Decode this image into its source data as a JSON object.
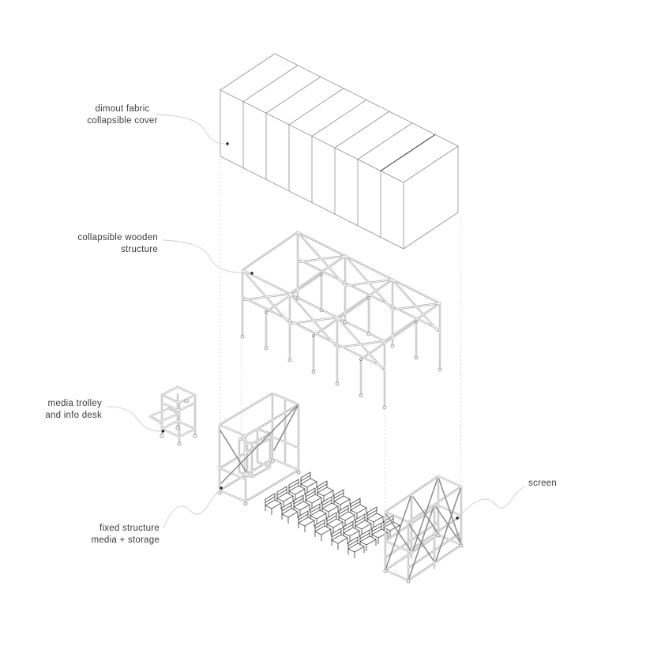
{
  "figure": {
    "type": "exploded axonometric diagram",
    "subject": "collapsible pop-up cinema pavilion components"
  },
  "labels": {
    "cover": {
      "line1": "dimout fabric",
      "line2": "collapsible cover"
    },
    "wooden": {
      "line1": "collapsible wooden",
      "line2": "structure"
    },
    "trolley": {
      "line1": "media trolley",
      "line2": "and info desk"
    },
    "fixed": {
      "line1": "fixed structure",
      "line2": "media + storage"
    },
    "screen": {
      "line1": "screen"
    }
  },
  "components": [
    "dimout fabric collapsible cover",
    "collapsible wooden structure",
    "media trolley and info desk",
    "fixed structure media + storage",
    "screen",
    "audience chairs"
  ],
  "counts": {
    "cover_panels": 8,
    "chair_rows": 6,
    "chairs_per_row": 4,
    "wooden_structure_rows": 2,
    "annotation_dots": 5
  },
  "colors": {
    "background": "#ffffff",
    "structure_bar": "#9e9e9e",
    "thin_outline": "#8f8f8f",
    "dark_seam": "#4a4a4a",
    "chair_line": "#4f4f4f",
    "leader_line": "#d8d8d8",
    "dotted_guide": "#c6c6c6",
    "label_text": "#3c3c3c",
    "annotation_dot": "#1a1a1a"
  }
}
